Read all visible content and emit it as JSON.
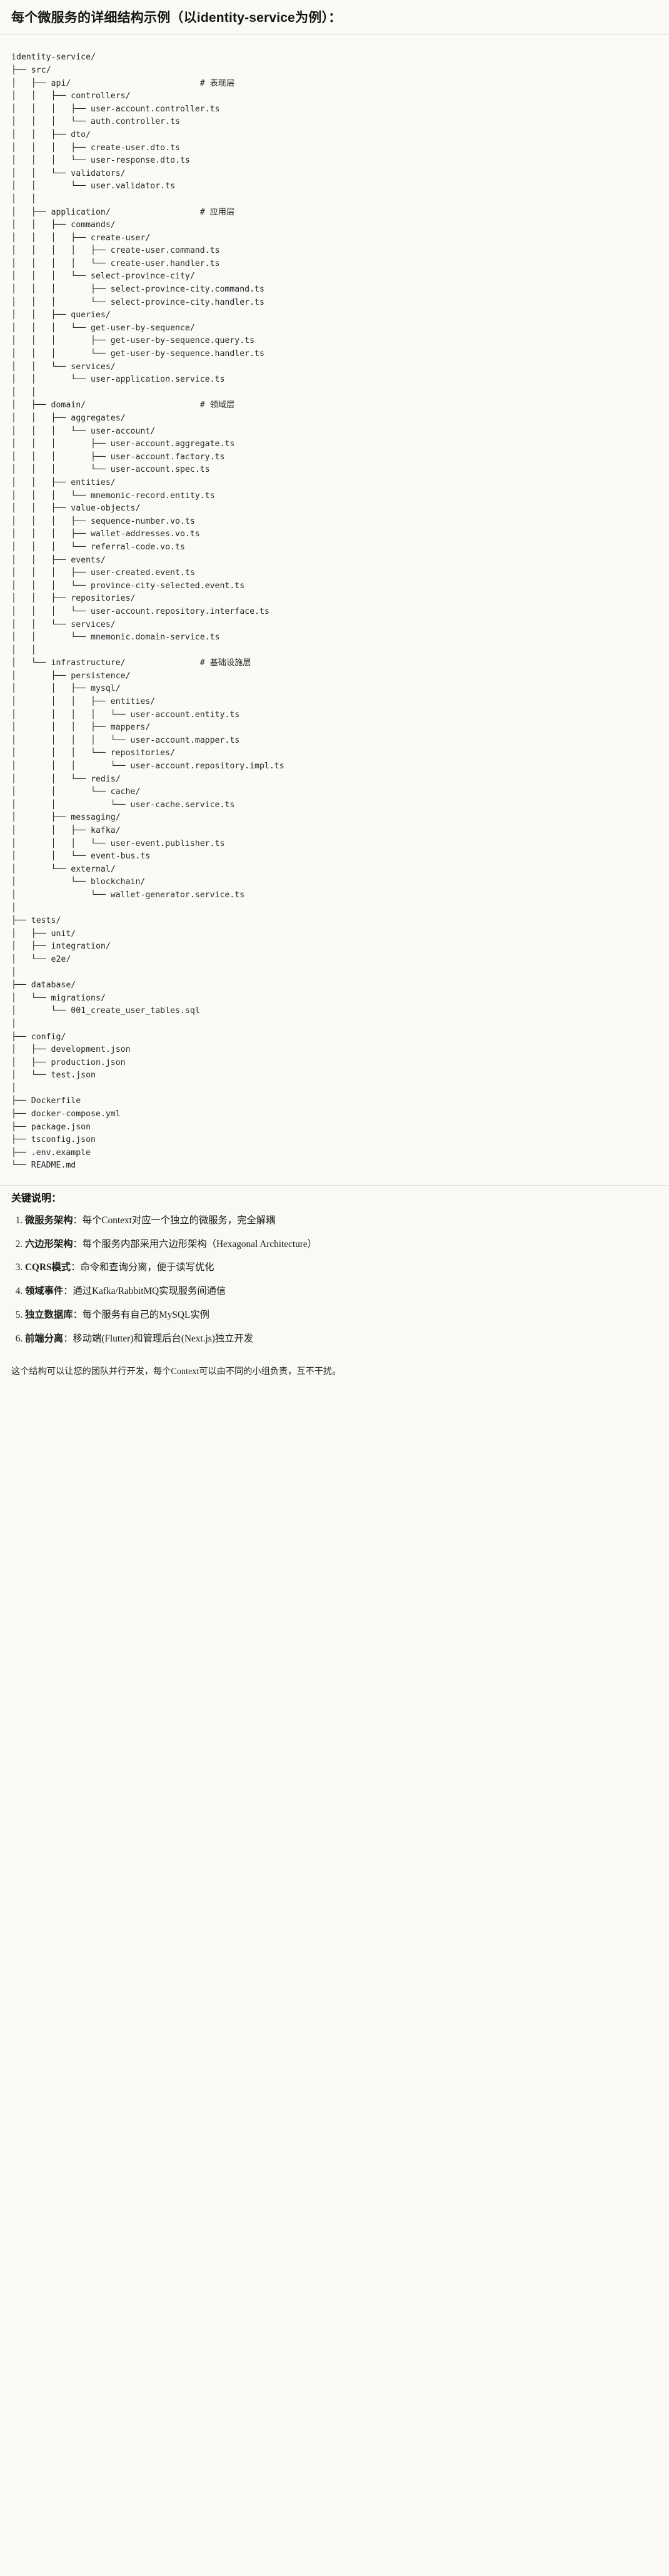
{
  "header": {
    "title": "每个微服务的详细结构示例（以identity-service为例）："
  },
  "tree": {
    "root": "identity-service/",
    "text": "identity-service/\n├── src/\n│   ├── api/                          # 表现层\n│   │   ├── controllers/\n│   │   │   ├── user-account.controller.ts\n│   │   │   └── auth.controller.ts\n│   │   ├── dto/\n│   │   │   ├── create-user.dto.ts\n│   │   │   └── user-response.dto.ts\n│   │   └── validators/\n│   │       └── user.validator.ts\n│   │\n│   ├── application/                  # 应用层\n│   │   ├── commands/\n│   │   │   ├── create-user/\n│   │   │   │   ├── create-user.command.ts\n│   │   │   │   └── create-user.handler.ts\n│   │   │   └── select-province-city/\n│   │   │       ├── select-province-city.command.ts\n│   │   │       └── select-province-city.handler.ts\n│   │   ├── queries/\n│   │   │   └── get-user-by-sequence/\n│   │   │       ├── get-user-by-sequence.query.ts\n│   │   │       └── get-user-by-sequence.handler.ts\n│   │   └── services/\n│   │       └── user-application.service.ts\n│   │\n│   ├── domain/                       # 领域层\n│   │   ├── aggregates/\n│   │   │   └── user-account/\n│   │   │       ├── user-account.aggregate.ts\n│   │   │       ├── user-account.factory.ts\n│   │   │       └── user-account.spec.ts\n│   │   ├── entities/\n│   │   │   └── mnemonic-record.entity.ts\n│   │   ├── value-objects/\n│   │   │   ├── sequence-number.vo.ts\n│   │   │   ├── wallet-addresses.vo.ts\n│   │   │   └── referral-code.vo.ts\n│   │   ├── events/\n│   │   │   ├── user-created.event.ts\n│   │   │   └── province-city-selected.event.ts\n│   │   ├── repositories/\n│   │   │   └── user-account.repository.interface.ts\n│   │   └── services/\n│   │       └── mnemonic.domain-service.ts\n│   │\n│   └── infrastructure/               # 基础设施层\n│       ├── persistence/\n│       │   ├── mysql/\n│       │   │   ├── entities/\n│       │   │   │   └── user-account.entity.ts\n│       │   │   ├── mappers/\n│       │   │   │   └── user-account.mapper.ts\n│       │   │   └── repositories/\n│       │   │       └── user-account.repository.impl.ts\n│       │   └── redis/\n│       │       └── cache/\n│       │           └── user-cache.service.ts\n│       ├── messaging/\n│       │   ├── kafka/\n│       │   │   └── user-event.publisher.ts\n│       │   └── event-bus.ts\n│       └── external/\n│           └── blockchain/\n│               └── wallet-generator.service.ts\n│\n├── tests/\n│   ├── unit/\n│   ├── integration/\n│   └── e2e/\n│\n├── database/\n│   └── migrations/\n│       └── 001_create_user_tables.sql\n│\n├── config/\n│   ├── development.json\n│   ├── production.json\n│   └── test.json\n│\n├── Dockerfile\n├── docker-compose.yml\n├── package.json\n├── tsconfig.json\n├── .env.example\n└── README.md",
    "comments": [
      "# 表现层",
      "# 应用层",
      "# 领域层",
      "# 基础设施层"
    ]
  },
  "keys": {
    "title": "关键说明：",
    "items": [
      {
        "term": "微服务架构",
        "desc": "：每个Context对应一个独立的微服务，完全解耦"
      },
      {
        "term": "六边形架构",
        "desc": "：每个服务内部采用六边形架构（Hexagonal Architecture）"
      },
      {
        "term": "CQRS模式",
        "desc": "：命令和查询分离，便于读写优化"
      },
      {
        "term": "领域事件",
        "desc": "：通过Kafka/RabbitMQ实现服务间通信"
      },
      {
        "term": "独立数据库",
        "desc": "：每个服务有自己的MySQL实例"
      },
      {
        "term": "前端分离",
        "desc": "：移动端(Flutter)和管理后台(Next.js)独立开发"
      }
    ],
    "closing": "这个结构可以让您的团队并行开发，每个Context可以由不同的小组负责，互不干扰。"
  }
}
